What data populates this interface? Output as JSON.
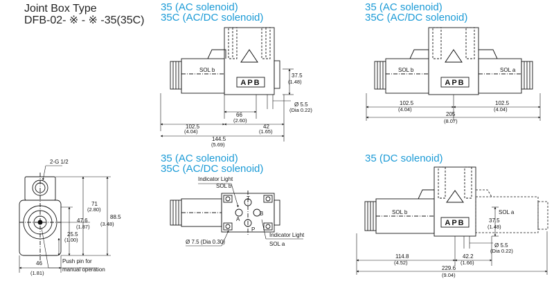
{
  "header": {
    "line1": "Joint  Box  Type",
    "line2": "DFB-02- ※ - ※ -35(35C)"
  },
  "sections": {
    "top_left": {
      "line1": "35 (AC solenoid)",
      "line2": "35C (AC/DC solenoid)"
    },
    "top_right": {
      "line1": "35 (AC solenoid)",
      "line2": "35C (AC/DC solenoid)"
    },
    "bottom_left": {
      "line1": "35 (AC solenoid)",
      "line2": "35C (AC/DC solenoid)"
    },
    "bottom_right": {
      "line1": "35 (DC solenoid)"
    }
  },
  "brand": "APB",
  "labels": {
    "sol_a": "SOL a",
    "sol_b": "SOL b",
    "port_t": "T",
    "port_p": "P",
    "port_a": "A",
    "port_b": "B",
    "indicator_light": "Indicator  Light",
    "push_pin_1": "Push  pin  for",
    "push_pin_2": "manual  operation",
    "port_thread": "2-G 1/2"
  },
  "dimensions": {
    "tl_375": "37.5",
    "tl_148": "(1.48)",
    "tl_55": "Ø 5.5",
    "tl_dia022": "(Dia 0.22)",
    "tl_66": "66",
    "tl_260": "(2.60)",
    "tl_1025": "102.5",
    "tl_404": "(4.04)",
    "tl_42": "42",
    "tl_165": "(1.65)",
    "tl_1445": "144.5",
    "tl_569": "(5.69)",
    "tr_1025a": "102.5",
    "tr_404a": "(4.04)",
    "tr_1025b": "102.5",
    "tr_404b": "(4.04)",
    "tr_205": "205",
    "tr_807": "(8.07)",
    "bl_75": "Ø 7.5 (Dia 0.30)",
    "br_375": "37.5",
    "br_148": "(1.48)",
    "br_55": "Ø 5.5",
    "br_dia022": "(Dia 0.22)",
    "br_1148": "114.8",
    "br_452": "(4.52)",
    "br_422": "42.2",
    "br_166": "(1.66)",
    "br_2296": "229.6",
    "br_904": "(9.04)",
    "l_71": "71",
    "l_280": "(2.80)",
    "l_476": "47.6",
    "l_187": "(1.87)",
    "l_885": "88.5",
    "l_348": "(3.48)",
    "l_255": "25.5",
    "l_100": "(1.00)",
    "l_46": "46",
    "l_181": "(1.81)"
  }
}
